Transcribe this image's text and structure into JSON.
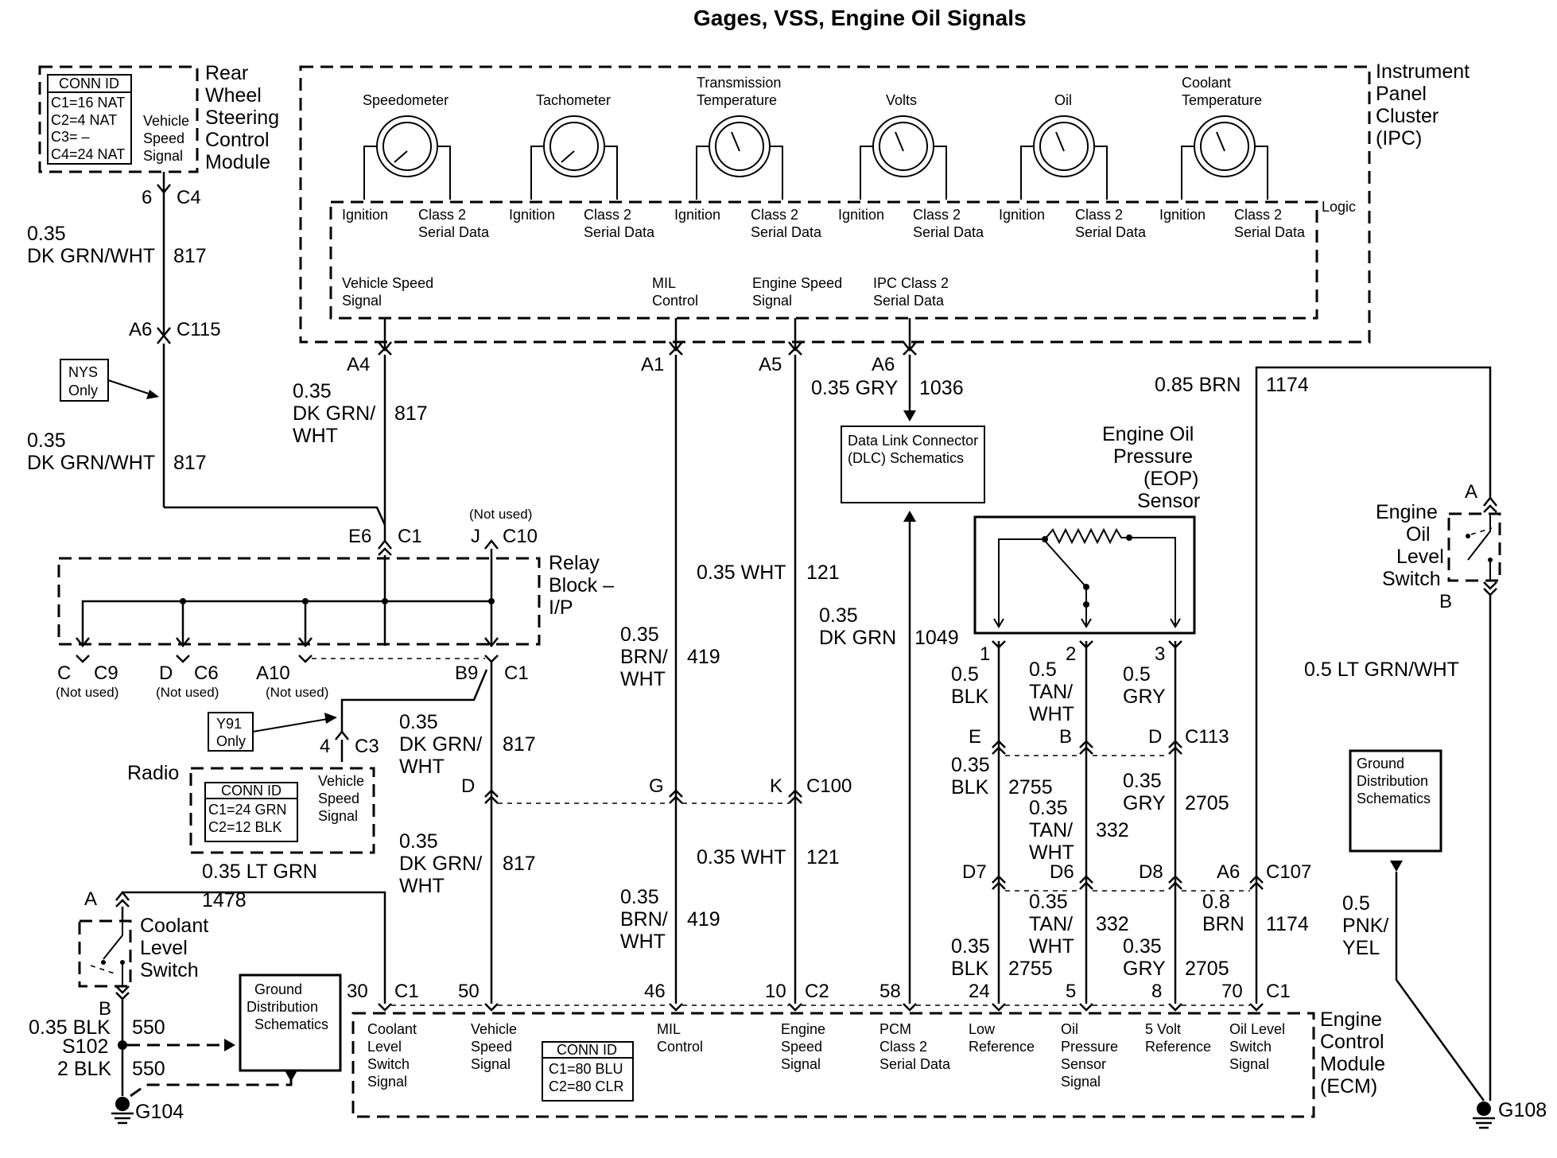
{
  "title": "Gages, VSS, Engine Oil Signals",
  "rwsm": {
    "conn_id_header": "CONN ID",
    "conn_ids": [
      "C1=16 NAT",
      "C2=4 NAT",
      "C3=  –",
      "C4=24 NAT"
    ],
    "pin_label": [
      "Vehicle",
      "Speed",
      "Signal"
    ],
    "name": [
      "Rear",
      "Wheel",
      "Steering",
      "Control",
      "Module"
    ]
  },
  "ipc": {
    "name": [
      "Instrument",
      "Panel",
      "Cluster",
      "(IPC)"
    ],
    "logic_label": "Logic",
    "gauges": [
      {
        "label": [
          "Speedometer"
        ],
        "sub_a": "Ignition",
        "sub_b": [
          "Class 2",
          "Serial Data"
        ]
      },
      {
        "label": [
          "Tachometer"
        ],
        "sub_a": "Ignition",
        "sub_b": [
          "Class 2",
          "Serial Data"
        ]
      },
      {
        "label": [
          "Transmission",
          "Temperature"
        ],
        "sub_a": "Ignition",
        "sub_b": [
          "Class 2",
          "Serial Data"
        ]
      },
      {
        "label": [
          "Volts"
        ],
        "sub_a": "Ignition",
        "sub_b": [
          "Class 2",
          "Serial Data"
        ]
      },
      {
        "label": [
          "Oil"
        ],
        "sub_a": "Ignition",
        "sub_b": [
          "Class 2",
          "Serial Data"
        ]
      },
      {
        "label": [
          "Coolant",
          "Temperature"
        ],
        "sub_a": "Ignition",
        "sub_b": [
          "Class 2",
          "Serial Data"
        ]
      }
    ],
    "signals": [
      [
        "Vehicle Speed",
        "Signal"
      ],
      [
        "MIL",
        "Control"
      ],
      [
        "Engine Speed",
        "Signal"
      ],
      [
        "IPC Class 2",
        "Serial Data"
      ]
    ]
  },
  "connectors": {
    "c4": {
      "pin": "6",
      "id": "C4"
    },
    "c115": {
      "pin": "A6",
      "id": "C115"
    },
    "ipc_pins": [
      "A4",
      "A1",
      "A5",
      "A6"
    ],
    "relay_top": {
      "e6": "E6",
      "c1": "C1",
      "j": "J",
      "c10": "C10",
      "not_used": "(Not used)"
    },
    "relay_bottom": [
      {
        "pin": "C",
        "id": "C9",
        "note": "(Not used)"
      },
      {
        "pin": "D",
        "id": "C6",
        "note": "(Not used)"
      },
      {
        "pin": "A10",
        "id": "",
        "note": "(Not used)"
      },
      {
        "pin": "B9",
        "id": "C1",
        "note": ""
      }
    ],
    "radio_pin": {
      "pin": "4",
      "id": "C3"
    },
    "c100": {
      "pins": [
        "D",
        "G",
        "K"
      ],
      "id": "C100"
    },
    "c113": {
      "pins": [
        "1",
        "2",
        "3",
        "E",
        "B",
        "D"
      ],
      "id": "C113"
    },
    "c107": {
      "pins": [
        "D7",
        "D6",
        "D8",
        "A6"
      ],
      "id": "C107"
    },
    "coolant_switch_pins": [
      "A",
      "B"
    ],
    "oil_switch_pins": [
      "A",
      "B"
    ],
    "ecm_c1": {
      "pin": "30",
      "id": "C1"
    },
    "ecm_pins": [
      "50",
      "46",
      "10",
      "58",
      "24",
      "5",
      "8",
      "70"
    ],
    "ecm_c2_id": "C2",
    "ecm_c1_id": "C1"
  },
  "wires": {
    "w817_top": {
      "gauge": "0.35",
      "color": "DK GRN/WHT",
      "circuit": "817"
    },
    "w817_mid": {
      "gauge": "0.35",
      "color": "DK GRN/WHT",
      "circuit": "817"
    },
    "w817_a4": {
      "gauge": "0.35",
      "color": [
        "DK GRN/",
        "WHT"
      ],
      "circuit": "817"
    },
    "w817_radio": {
      "gauge": "0.35",
      "color": [
        "DK GRN/",
        "WHT"
      ],
      "circuit": "817"
    },
    "w817_low": {
      "gauge": "0.35",
      "color": [
        "DK GRN/",
        "WHT"
      ],
      "circuit": "817"
    },
    "w419_top": {
      "gauge": "0.35",
      "color": [
        "BRN/",
        "WHT"
      ],
      "circuit": "419"
    },
    "w419_low": {
      "gauge": "0.35",
      "color": [
        "BRN/",
        "WHT"
      ],
      "circuit": "419"
    },
    "w121_top": {
      "label": "0.35 WHT",
      "circuit": "121"
    },
    "w121_low": {
      "label": "0.35 WHT",
      "circuit": "121"
    },
    "w1036": {
      "label": "0.35 GRY",
      "circuit": "1036"
    },
    "w1049": {
      "gauge": "0.35",
      "color": "DK GRN",
      "circuit": "1049"
    },
    "w1174_top": {
      "label": "0.85 BRN",
      "circuit": "1174"
    },
    "w1174_low": {
      "gauge": "0.8",
      "color": "BRN",
      "circuit": "1174"
    },
    "eop_wires": [
      {
        "gauge": "0.5",
        "color": [
          "BLK"
        ]
      },
      {
        "gauge": "0.5",
        "color": [
          "TAN/",
          "WHT"
        ]
      },
      {
        "gauge": "0.5",
        "color": [
          "GRY"
        ]
      }
    ],
    "w2755_a": {
      "gauge": "0.35",
      "color": "BLK",
      "circuit": "2755"
    },
    "w2755_b": {
      "gauge": "0.35",
      "color": "BLK",
      "circuit": "2755"
    },
    "w332_a": {
      "gauge": "0.35",
      "color": [
        "TAN/",
        "WHT"
      ],
      "circuit": "332"
    },
    "w332_b": {
      "gauge": "0.35",
      "color": [
        "TAN/",
        "WHT"
      ],
      "circuit": "332"
    },
    "w2705_a": {
      "gauge": "0.35",
      "color": "GRY",
      "circuit": "2705"
    },
    "w2705_b": {
      "gauge": "0.35",
      "color": "GRY",
      "circuit": "2705"
    },
    "w1478": {
      "label": "0.35 LT GRN",
      "circuit": "1478"
    },
    "w550_a": {
      "label": "0.35 BLK",
      "circuit": "550"
    },
    "w550_b": {
      "label": "2 BLK",
      "circuit": "550"
    },
    "w_oil_switch": {
      "label": "0.5 LT GRN/WHT"
    },
    "w_pnk": {
      "gauge": "0.5",
      "color": [
        "PNK/",
        "YEL"
      ]
    }
  },
  "notes": {
    "nys": [
      "NYS",
      "Only"
    ],
    "y91": [
      "Y91",
      "Only"
    ]
  },
  "relay_block": [
    "Relay",
    "Block –",
    "I/P"
  ],
  "radio": {
    "name": "Radio",
    "conn_id_header": "CONN ID",
    "conn_ids": [
      "C1=24 GRN",
      "C2=12 BLK"
    ],
    "pin_label": [
      "Vehicle",
      "Speed",
      "Signal"
    ]
  },
  "dlc": [
    "Data Link Connector",
    "(DLC) Schematics"
  ],
  "eop_sensor": [
    "Engine Oil",
    "Pressure",
    "(EOP)",
    "Sensor"
  ],
  "oil_level_switch": [
    "Engine",
    "Oil",
    "Level",
    "Switch"
  ],
  "coolant_level_switch": [
    "Coolant",
    "Level",
    "Switch"
  ],
  "ground_dist_1": [
    "Ground",
    "Distribution",
    "Schematics"
  ],
  "ground_dist_2": [
    "Ground",
    "Distribution",
    "Schematics"
  ],
  "splice": "S102",
  "grounds": [
    "G104",
    "G108"
  ],
  "ecm": {
    "name": [
      "Engine",
      "Control",
      "Module",
      "(ECM)"
    ],
    "conn_id_header": "CONN ID",
    "conn_ids": [
      "C1=80 BLU",
      "C2=80 CLR"
    ],
    "pins": [
      [
        "Coolant",
        "Level",
        "Switch",
        "Signal"
      ],
      [
        "Vehicle",
        "Speed",
        "Signal"
      ],
      [
        "MIL",
        "Control"
      ],
      [
        "Engine",
        "Speed",
        "Signal"
      ],
      [
        "PCM",
        "Class 2",
        "Serial Data"
      ],
      [
        "Low",
        "Reference"
      ],
      [
        "Oil",
        "Pressure",
        "Sensor",
        "Signal"
      ],
      [
        "5 Volt",
        "Reference"
      ],
      [
        "Oil Level",
        "Switch",
        "Signal"
      ]
    ]
  }
}
